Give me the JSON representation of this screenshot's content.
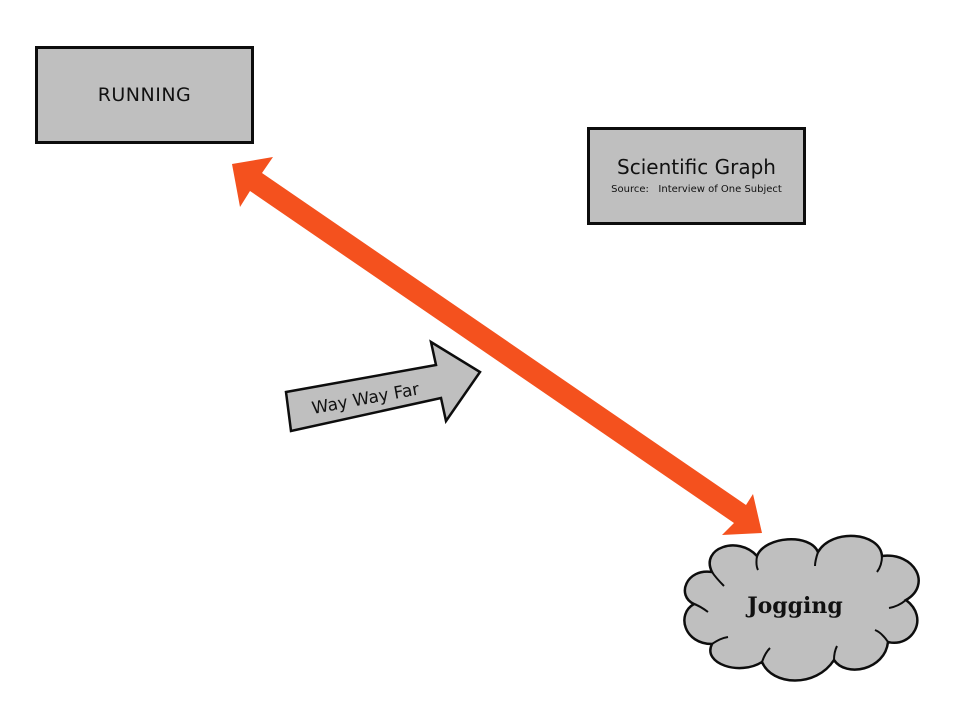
{
  "nodes": {
    "running": {
      "label": "RUNNING"
    },
    "jogging": {
      "label": "Jogging"
    }
  },
  "title_box": {
    "title": "Scientific Graph",
    "subtitle": "Source:   Interview of One Subject"
  },
  "connector": {
    "type": "double-headed-arrow",
    "from": "running",
    "to": "jogging",
    "color": "#f4511e"
  },
  "annotation": {
    "label": "Way Way Far",
    "points_to": "connector"
  },
  "colors": {
    "shape_fill": "#bfbfbf",
    "shape_stroke": "#0d0d0d",
    "arrow": "#f4511e",
    "background": "#ffffff"
  }
}
